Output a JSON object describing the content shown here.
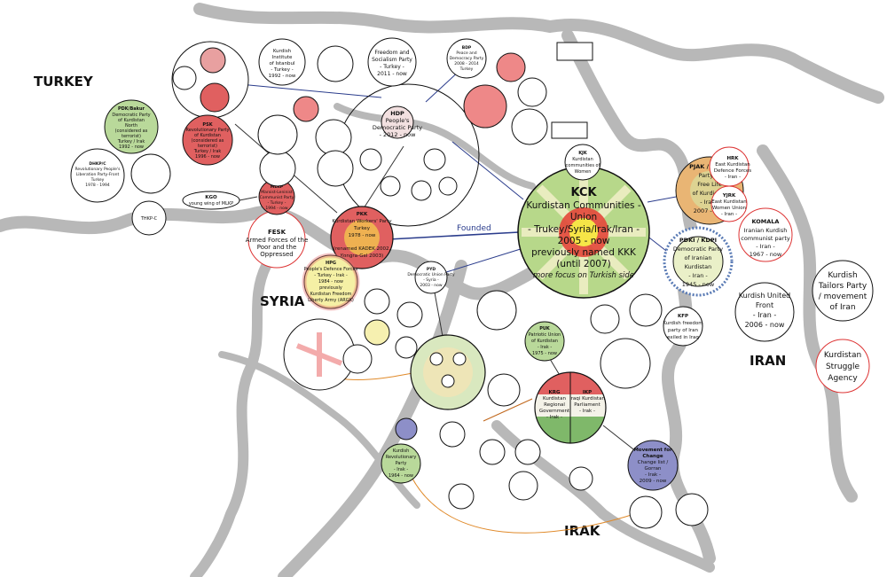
{
  "regions": {
    "turkey": "TURKEY",
    "syria": "SYRIA",
    "iraq": "IRAK",
    "iran": "IRAN"
  },
  "founded_label": "Founded",
  "nodes": {
    "kck": {
      "code": "KCK",
      "lines": [
        "Kurdistan Communities -",
        "Union",
        "- Trukey/Syria/Irak/Iran -",
        "2005 - now",
        "previously named KKK",
        "(until 2007)"
      ],
      "note": "more focus on Turkish side"
    },
    "hdp": {
      "lines": [
        "HDP",
        "People's",
        "Democratic Party",
        "- 2012 - now"
      ]
    },
    "pkk": {
      "lines": [
        "PKK",
        "Kurdistan Workers' Party",
        "Turkey",
        "1978 - now",
        "(renamed KADEK 2002,",
        "Kongra-Gel 2003)"
      ]
    },
    "pyd": {
      "lines": [
        "PYD",
        "Democratic Union Party",
        "- Syria -",
        "2003 - now"
      ]
    },
    "hpg": {
      "lines": [
        "HPG",
        "People's Defence Forces",
        "- Turkey - Irak -",
        "1984 - now",
        "previously",
        "Kurdistan Freedom",
        "Liberty Army (ARGK)"
      ]
    },
    "fesk": {
      "lines": [
        "FESK",
        "Armed Forces of the",
        "Poor and the",
        "Oppressed"
      ]
    },
    "pjak": {
      "lines": [
        "PJAK / PEJAK",
        "Party of",
        "Free Life",
        "of Kurdistan",
        "- Iran -",
        "2007 - now"
      ]
    },
    "pdki": {
      "lines": [
        "PDKI / KDPI",
        "Democratic Party",
        "of Iranian",
        "Kurdistan",
        "- Iran -",
        "1945 - now"
      ]
    },
    "komala": {
      "lines": [
        "KOMALA",
        "Iranian Kurdish",
        "communist party",
        "- Iran -",
        "1967 - now"
      ]
    },
    "hrk": {
      "lines": [
        "HRK",
        "East Kurdistan",
        "Defence Forces",
        "- Iran -"
      ]
    },
    "yjrk": {
      "lines": [
        "YJRK",
        "East Kurdistan",
        "Women Union",
        "- Iran -"
      ]
    },
    "kuf": {
      "lines": [
        "Kurdish United",
        "Front",
        "- Iran -",
        "2006 - now"
      ]
    },
    "tailors": {
      "lines": [
        "Kurdish",
        "Tailors Party",
        "/ movement",
        "of Iran"
      ]
    },
    "struggle": {
      "lines": [
        "Kurdistan",
        "Struggle",
        "Agency"
      ]
    },
    "kfp": {
      "lines": [
        "KFP",
        "Kurdish freedom",
        "party of Iran",
        "exiled in Iraq"
      ]
    },
    "krg": {
      "lines": [
        "KRG",
        "Kurdistan",
        "Regional",
        "Government",
        "- Irak -"
      ]
    },
    "ikp": {
      "lines": [
        "IKP",
        "Iraqi Kurdistan",
        "Parliament",
        "- Irak -"
      ]
    },
    "puk": {
      "lines": [
        "PUK",
        "Patriotic Union",
        "of Kurdistan",
        "- Irak -",
        "1975 - now"
      ]
    },
    "gorran": {
      "lines": [
        "Movement for",
        "Change",
        "Change list /",
        "Gorran",
        "- Irak -",
        "2009 - now"
      ]
    },
    "krp": {
      "lines": [
        "Kurdish",
        "Revolutionary",
        "Party",
        "- Irak -",
        "1964 - now"
      ]
    },
    "pkurd": {
      "lines": [
        "PDK/Bakur",
        "Democratic Party",
        "of Kurdistan",
        "North",
        "(considered as",
        "terrorist)",
        "Turkey / Irak",
        "1992 - now"
      ]
    },
    "psk": {
      "lines": [
        "PSK",
        "Revolutionary Party",
        "of Kurdistan",
        "(considered as",
        "terrorist)",
        "Turkey / Irak",
        "1996 - now"
      ]
    },
    "dhkpc": {
      "lines": [
        "DHKP/C",
        "Revolutionary People's",
        "Liberation Party-Front",
        "Turkey",
        "1978 - 1994"
      ]
    },
    "thkpc": {
      "lines": [
        "THKP-C"
      ]
    },
    "kio": {
      "lines": [
        "Kurdish",
        "Institute",
        "of Istanbul",
        "- Turkey -",
        "1992 - now"
      ]
    },
    "fsp": {
      "lines": [
        "Freedom and",
        "Socialism Party",
        "- Turkey -",
        "2011 - now"
      ]
    },
    "bdp": {
      "lines": [
        "BDP",
        "Peace and",
        "Democracy Party",
        "2008 - 2014",
        "Turkey"
      ]
    },
    "kjk": {
      "lines": [
        "KJK",
        "Kurdistan",
        "communities of",
        "Women"
      ]
    },
    "kgo": {
      "lines": [
        "KGO",
        "young wing of MLKP"
      ]
    },
    "mlkp": {
      "lines": [
        "MLKP",
        "Marxist-Leninist",
        "Communist Party",
        "- Turkey -",
        "1994 - now"
      ]
    }
  }
}
